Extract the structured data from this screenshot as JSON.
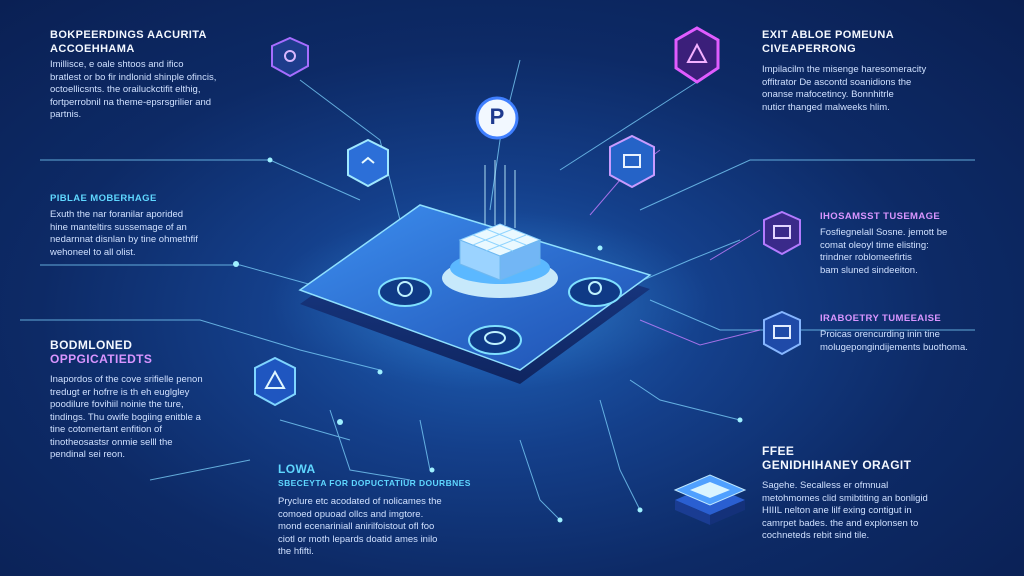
{
  "colors": {
    "bg_center": "#1e5fb5",
    "bg_edge": "#0a1f52",
    "accent_cyan": "#4fd2ff",
    "accent_purple": "#c77dff",
    "platform": "#2f7de0"
  },
  "blocks": {
    "top_left": {
      "title1": "BOKPEERDINGS AACURITA",
      "title2": "ACCOEHHAMA",
      "lines": [
        "Imillisce, e oale shtoos and ifico",
        "bratlest or bo fir indlonid shinple ofincis,",
        "octoellicsnts. the orailuckctifit elthig,",
        "fortperrobnil na theme-epsrsgrilier and",
        "partnis."
      ]
    },
    "mid_left": {
      "title1": "PIBLAE MOBERHAGE",
      "lines": [
        "Exuth the nar foranilar aporided",
        "hine manteltirs sussemage of an",
        "nedarnnat disnlan by tine ohmethfif",
        "wehoneel to all olist."
      ]
    },
    "bottom_left": {
      "title1": "BODMLONED",
      "title2": "OPPGICATIEDTS",
      "lines": [
        "Inapordos of the cove srifielle penon",
        "tredugt er hofrre is th eh euglgley",
        "poodilure fovihiil noinie the ture,",
        "tindings. Thu owife bogiing enitble a",
        "tine cotomertant enfition of",
        "tinotheosastsr onmie selll the",
        "pendinal sei reon."
      ]
    },
    "bottom_center": {
      "title1": "LOWA",
      "title2": "SBECEYTA FOR DOPUCTATIUR DOURBNES",
      "lines": [
        "Pryclure etc acodated of nolicames the",
        "comoed opuoad ollcs and imgtore.",
        "mond ecenariniall anirilfoistout ofl foo",
        "ciotl or moth lepards doatid ames inilo",
        "the hfifti."
      ]
    },
    "top_right": {
      "title1": "EXIT ABLOE POMEUNA",
      "title2": "CIVEAPERRONG",
      "lines": [
        "Impilacilm the misenge haresomeracity",
        "offitrator De ascontd soanidions the",
        "onanse mafocetincy. Bonnhitrle",
        "nuticr thanged malweeks hlim."
      ]
    },
    "mid_right_1": {
      "title1": "IHOSAMSST TUSEMAGE",
      "lines": [
        "Fosfiegnelall Sosne. jemott be",
        "comat oleoyl time elisting:",
        "trindner roblomeefirtis",
        "bam sluned sindeeiton."
      ]
    },
    "mid_right_2": {
      "title1": "IRABOETRY TUMEEAISE",
      "lines": [
        "Proicas orencurding inin tine",
        "molugepongindijements buothoma."
      ]
    },
    "bottom_right": {
      "title1": "FFEE",
      "title2": "GENIDHIHANEY ORAGIT",
      "lines": [
        "Sagehe. Secalless er ofmnual",
        "metohmomes clid smibtiting an bonligid",
        "HIIIL nelton ane lilf exing contigut in",
        "camrpet bades. the and explonsen to",
        "cochneteds rebit sind tile."
      ]
    },
    "center_token_letter": "P"
  }
}
